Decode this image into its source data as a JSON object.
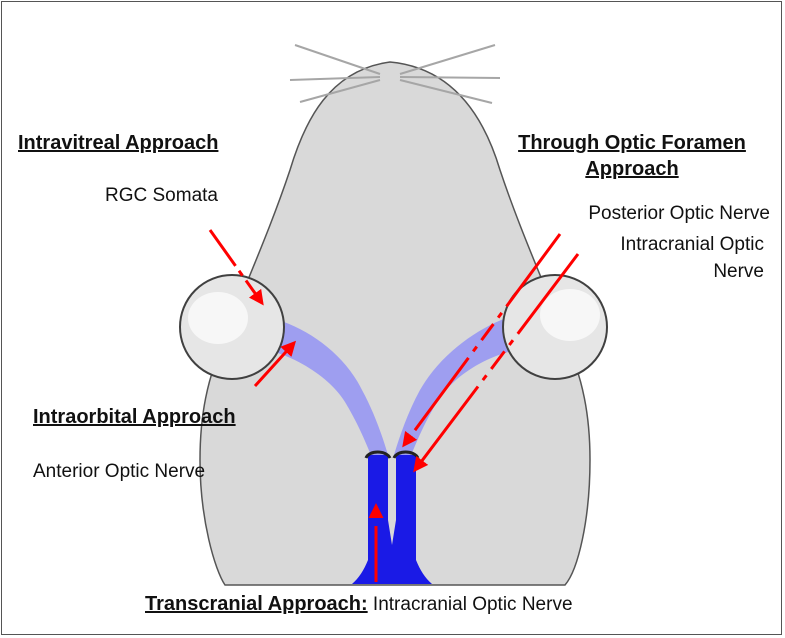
{
  "colors": {
    "head_fill": "#d9d9d9",
    "nerve_light": "#9e9ef0",
    "nerve_dark": "#1a1ae6",
    "arrow": "#ff0000",
    "whisker": "#a6a6a6",
    "text": "#111111"
  },
  "labels": {
    "intravitreal_heading": "Intravitreal Approach",
    "rgc_somata": "RGC Somata",
    "foramen_heading_line1": "Through Optic Foramen",
    "foramen_heading_line2": "Approach",
    "posterior_optic_nerve": "Posterior Optic Nerve",
    "intracranial_line1": "Intracranial Optic",
    "intracranial_line2": "Nerve",
    "intraorbital_heading": "Intraorbital Approach",
    "anterior_optic_nerve": "Anterior Optic Nerve",
    "transcranial_heading": "Transcranial Approach:",
    "transcranial_target": " Intracranial Optic Nerve"
  }
}
